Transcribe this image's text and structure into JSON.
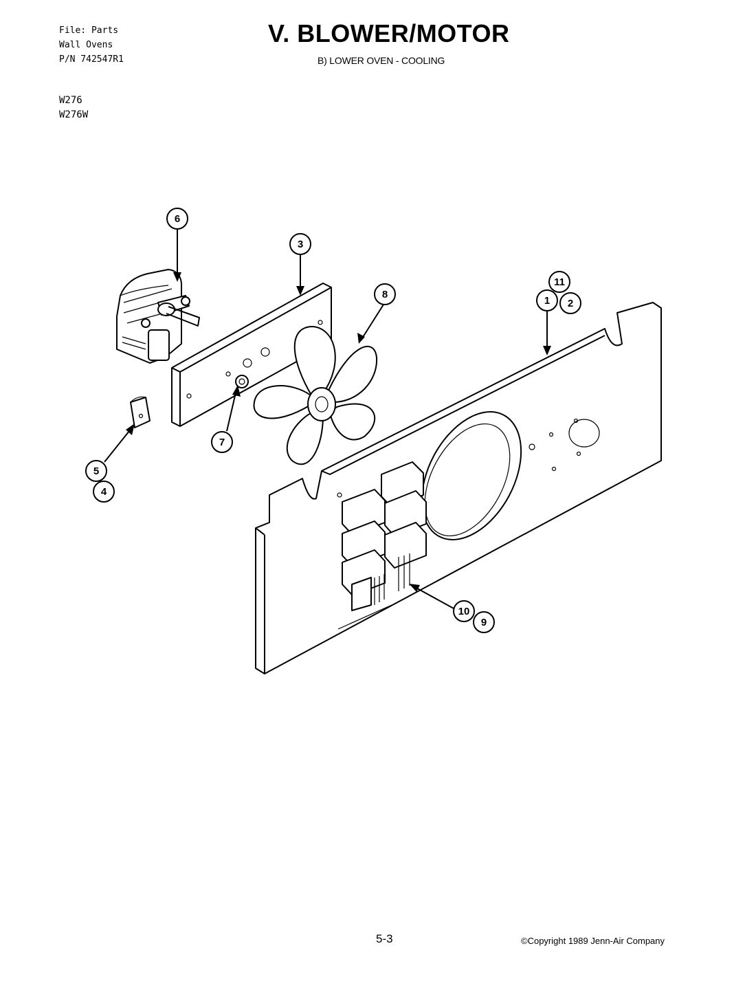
{
  "header": {
    "file_line": "File: Parts",
    "category_line": "Wall Ovens",
    "part_number_line": "P/N 742547R1",
    "title": "V. BLOWER/MOTOR",
    "subtitle": "B) LOWER OVEN - COOLING"
  },
  "models": [
    "W276",
    "W276W"
  ],
  "callouts": [
    "6",
    "3",
    "8",
    "11",
    "1",
    "2",
    "7",
    "5",
    "4",
    "10",
    "9"
  ],
  "footer": {
    "page_number": "5-3",
    "copyright": "©Copyright 1989 Jenn-Air Company"
  }
}
